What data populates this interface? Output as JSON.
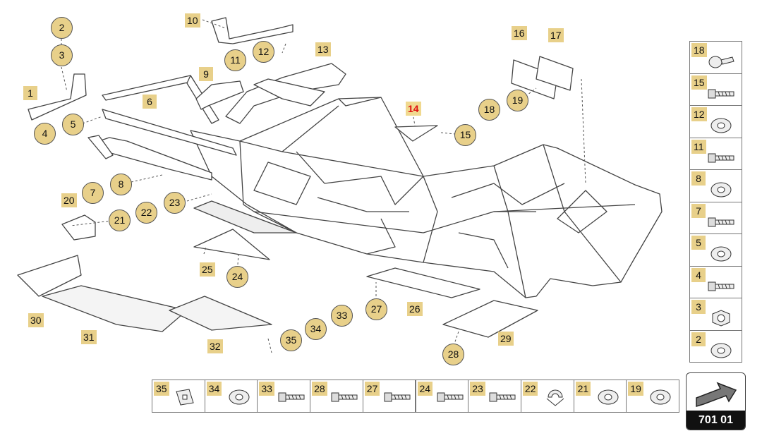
{
  "diagram": {
    "highlight_label": "14",
    "square_labels": [
      "1",
      "6",
      "8",
      "9",
      "10",
      "13",
      "14",
      "16",
      "17",
      "20",
      "24",
      "25",
      "26",
      "29",
      "30",
      "31",
      "32"
    ],
    "circle_labels": [
      "2",
      "3",
      "4",
      "5",
      "7",
      "8",
      "11",
      "12",
      "15",
      "18",
      "19",
      "21",
      "22",
      "23",
      "24",
      "27",
      "28",
      "33",
      "34",
      "35"
    ]
  },
  "right_legend": [
    "18",
    "15",
    "12",
    "11",
    "8",
    "7",
    "5",
    "4",
    "3",
    "2"
  ],
  "bottom_legend": [
    "35",
    "34",
    "33",
    "28",
    "27",
    "24",
    "23",
    "22",
    "21",
    "19"
  ],
  "page_badge": {
    "number": "701 01",
    "icon": "arrow-icon"
  },
  "colors": {
    "label_fill": "#e8d08a",
    "highlight_text": "#e01010",
    "line": "#444444"
  }
}
